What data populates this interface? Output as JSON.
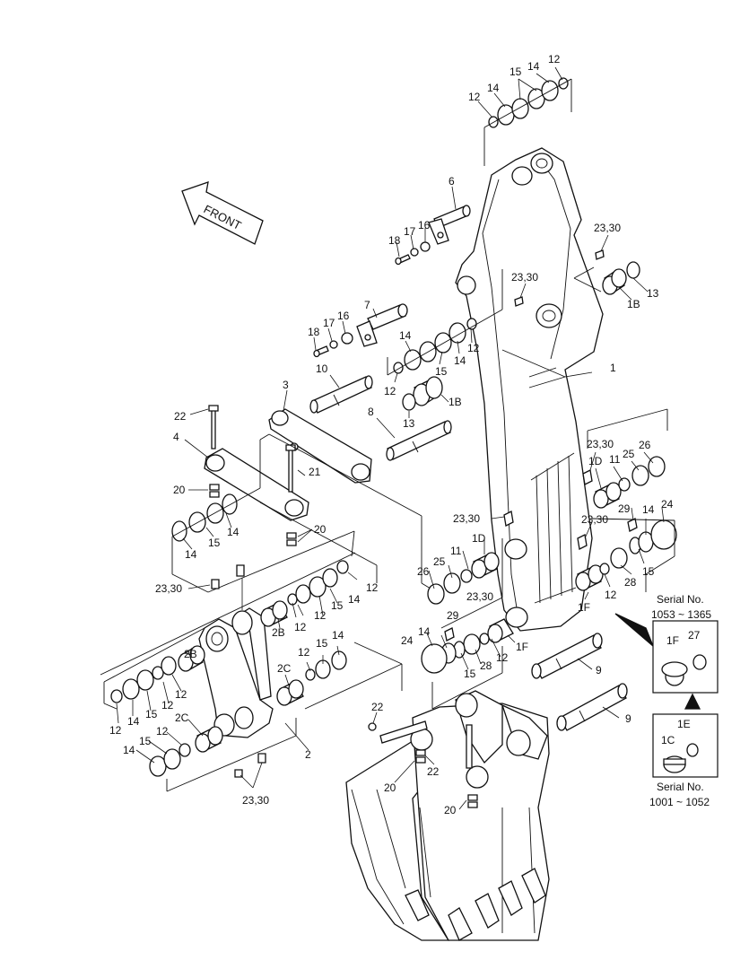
{
  "front_arrow_label": "FRONT",
  "callouts": {
    "top_12a": "12",
    "top_14a": "14",
    "top_15": "15",
    "top_14b": "14",
    "top_12b": "12",
    "p6": "6",
    "p18a": "18",
    "p17a": "17",
    "p16a": "16",
    "p23_30a": "23,30",
    "p23_30b": "23,30",
    "p13a": "13",
    "p1Ba": "1B",
    "p7": "7",
    "p18b": "18",
    "p17b": "17",
    "p16b": "16",
    "p14c": "14",
    "p12c": "12",
    "p15c": "15",
    "p14d": "14",
    "p12d": "12",
    "p1Bb": "1B",
    "p13b": "13",
    "p1": "1",
    "p10": "10",
    "p3": "3",
    "p8": "8",
    "p22a": "22",
    "p4": "4",
    "p21": "21",
    "p20a": "20",
    "p20b": "20",
    "p14e": "14",
    "p15e": "15",
    "p14f": "14",
    "p23_30c": "23,30",
    "p12g": "12",
    "p14g": "14",
    "p15g": "15",
    "p12h": "12",
    "p2B": "2B",
    "p12i": "12",
    "p15i": "15",
    "p14i": "14",
    "p2C": "2C",
    "p2Bb": "2B",
    "p12j": "12",
    "p12k": "12",
    "p15j": "15",
    "p14j": "14",
    "p12l": "12",
    "p2Cb": "2C",
    "p12m": "12",
    "p15k": "15",
    "p14k": "14",
    "p2": "2",
    "p23_30d": "23,30",
    "p23_30e": "23,30",
    "p1Da": "1D",
    "p11a": "11",
    "p25a": "25",
    "p26a": "26",
    "p23_30f": "23,30",
    "p1Db": "1D",
    "p11b": "11",
    "p25b": "25",
    "p26b": "26",
    "p23_30g": "23,30",
    "p24a": "24",
    "p29a": "29",
    "p14l": "14",
    "p23_30h": "23,30",
    "p12n": "12",
    "p28a": "28",
    "p15l": "15",
    "p1Fa": "1F",
    "p29b": "29",
    "p14m": "14",
    "p24b": "24",
    "p15m": "15",
    "p28b": "28",
    "p12o": "12",
    "p1Fb": "1F",
    "p9a": "9",
    "p9b": "9",
    "p22b": "22",
    "p22c": "22",
    "p20c": "20",
    "p20d": "20"
  },
  "inset_upper": {
    "serial_title": "Serial No.",
    "serial_range": "1053 ~ 1365",
    "part_a": "1F",
    "part_b": "27"
  },
  "inset_lower": {
    "part_a": "1E",
    "part_b": "1C",
    "serial_title": "Serial No.",
    "serial_range": "1001 ~ 1052"
  }
}
